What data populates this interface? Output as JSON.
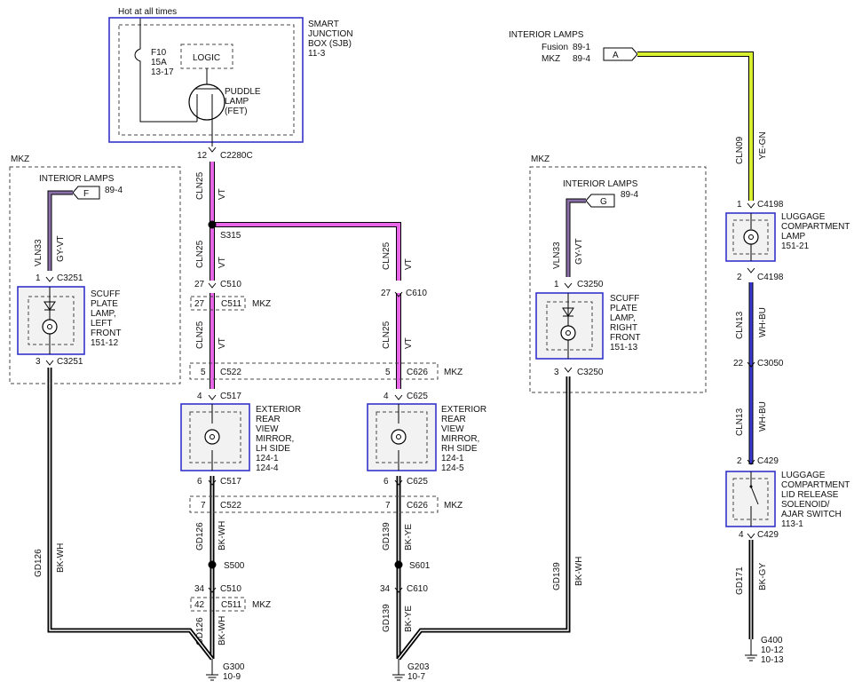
{
  "colors": {
    "violet": "#e766e8",
    "gray_violet": "#8a6fa8",
    "white_blue": "#3a3ad6",
    "yellow_green": "#d8f030",
    "black": "#000000",
    "component_border": "#3333cc"
  },
  "sjb": {
    "hot_label": "Hot at all times",
    "fuse_line1": "F10",
    "fuse_line2": "15A",
    "fuse_line3": "13-17",
    "logic": "LOGIC",
    "lamp_line1": "PUDDLE",
    "lamp_line2": "LAMP",
    "lamp_line3": "(FET)",
    "title_line1": "SMART",
    "title_line2": "JUNCTION",
    "title_line3": "BOX (SJB)",
    "title_line4": "11-3",
    "pin": "12",
    "connector": "C2280C"
  },
  "mkz_tag": "MKZ",
  "left_mkz": {
    "label": "MKZ",
    "source_title": "INTERIOR LAMPS",
    "source_letter": "F",
    "source_ref": "89-4",
    "circuit": "VLN33",
    "color": "GY-VT",
    "top_pin": "1",
    "top_conn": "C3251",
    "bot_pin": "3",
    "bot_conn": "C3251",
    "comp_line1": "SCUFF",
    "comp_line2": "PLATE",
    "comp_line3": "LAMP,",
    "comp_line4": "LEFT",
    "comp_line5": "FRONT",
    "comp_line6": "151-12",
    "gnd_circuit": "GD126",
    "gnd_color": "BK-WH"
  },
  "center": {
    "cln25": "CLN25",
    "vt": "VT",
    "splice": "S315",
    "c510_pin": "27",
    "c510": "C510",
    "c511_pin": "27",
    "c511": "C511",
    "c522_pin": "5",
    "c522": "C522",
    "c517_pin": "4",
    "c517": "C517",
    "lh_line1": "EXTERIOR",
    "lh_line2": "REAR",
    "lh_line3": "VIEW",
    "lh_line4": "MIRROR,",
    "lh_line5": "LH SIDE",
    "lh_line6": "124-1",
    "lh_line7": "124-4",
    "c517b_pin": "6",
    "c517b": "C517",
    "c522b_pin": "7",
    "c522b": "C522",
    "gd126": "GD126",
    "bkwh": "BK-WH",
    "s500": "S500",
    "c510b_pin": "34",
    "c510b": "C510",
    "c511b_pin": "42",
    "c511b": "C511",
    "g300": "G300",
    "g300_ref": "10-9"
  },
  "right_center": {
    "cln25": "CLN25",
    "vt": "VT",
    "c610_pin": "27",
    "c610": "C610",
    "c626_pin": "5",
    "c626": "C626",
    "c625_pin": "4",
    "c625": "C625",
    "rh_line1": "EXTERIOR",
    "rh_line2": "REAR",
    "rh_line3": "VIEW",
    "rh_line4": "MIRROR,",
    "rh_line5": "RH SIDE",
    "rh_line6": "124-1",
    "rh_line7": "124-5",
    "c625b_pin": "6",
    "c625b": "C625",
    "c626b_pin": "7",
    "c626b": "C626",
    "gd139": "GD139",
    "bkye": "BK-YE",
    "s601": "S601",
    "c610b_pin": "34",
    "c610b": "C610",
    "g203": "G203",
    "g203_ref": "10-7"
  },
  "right_mkz": {
    "label": "MKZ",
    "source_title": "INTERIOR LAMPS",
    "source_letter": "G",
    "source_ref": "89-4",
    "circuit": "VLN33",
    "color": "GY-VT",
    "top_pin": "1",
    "top_conn": "C3250",
    "bot_pin": "3",
    "bot_conn": "C3250",
    "comp_line1": "SCUFF",
    "comp_line2": "PLATE",
    "comp_line3": "LAMP,",
    "comp_line4": "RIGHT",
    "comp_line5": "FRONT",
    "comp_line6": "151-13",
    "gnd_circuit": "GD139",
    "gnd_color": "BK-WH"
  },
  "luggage": {
    "source_title": "INTERIOR LAMPS",
    "fusion_label": "Fusion",
    "fusion_ref": "89-1",
    "mkz_label": "MKZ",
    "mkz_ref": "89-4",
    "source_letter": "A",
    "cln09": "CLN09",
    "yegn": "YE-GN",
    "c4198_pin": "1",
    "c4198": "C4198",
    "lamp_line1": "LUGGAGE",
    "lamp_line2": "COMPARTMENT",
    "lamp_line3": "LAMP",
    "lamp_line4": "151-21",
    "c4198b_pin": "2",
    "c4198b": "C4198",
    "cln13": "CLN13",
    "whbu": "WH-BU",
    "c3050_pin": "22",
    "c3050": "C3050",
    "cln13b": "CLN13",
    "whbub": "WH-BU",
    "c429_pin": "2",
    "c429": "C429",
    "sw_line1": "LUGGAGE",
    "sw_line2": "COMPARTMENT",
    "sw_line3": "LID RELEASE",
    "sw_line4": "SOLENOID/",
    "sw_line5": "AJAR SWITCH",
    "sw_line6": "113-1",
    "c429b_pin": "4",
    "c429b": "C429",
    "gd171": "GD171",
    "bkgy": "BK-GY",
    "g400": "G400",
    "g400_ref1": "10-12",
    "g400_ref2": "10-13"
  }
}
